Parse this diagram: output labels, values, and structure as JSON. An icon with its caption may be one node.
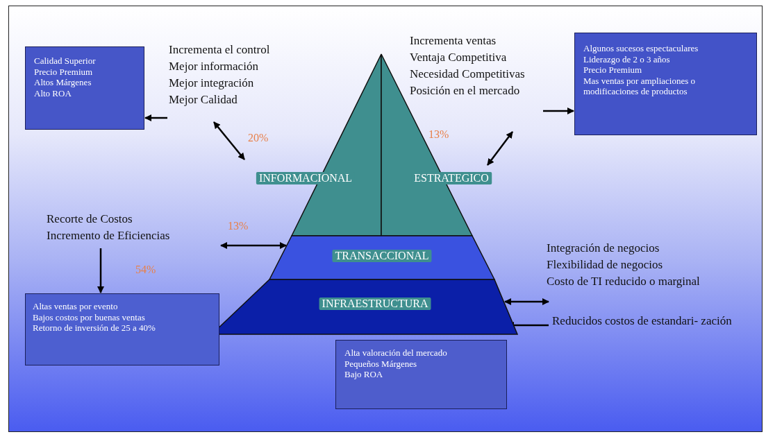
{
  "diagram": {
    "nodes": [
      {
        "text": [
          "INFORMACIONAL"
        ]
      },
      {
        "text": [
          "ESTRATEGICO"
        ]
      },
      {
        "text": [
          "TRANSACCIONAL"
        ]
      },
      {
        "text": [
          "INFRAESTRUCTURA"
        ]
      },
      {
        "text": [
          "Calidad Superior",
          "Precio Premium",
          "Altos Márgenes",
          "Alto ROA"
        ]
      },
      {
        "text": [
          "Incrementa el control",
          "Mejor información",
          "Mejor integración",
          "Mejor Calidad"
        ]
      },
      {
        "text": [
          "Incrementa ventas",
          "Ventaja Competitiva",
          "Necesidad Competitivas",
          "Posición en el mercado"
        ]
      },
      {
        "text": [
          "Algunos sucesos espectaculares",
          "Liderazgo de 2 o 3 años",
          "Precio Premium",
          "Mas ventas por ampliaciones o modificaciones de productos"
        ]
      },
      {
        "text": [
          "Recorte de Costos",
          "Incremento de Eficiencias"
        ]
      },
      {
        "text": [
          "Altas ventas por evento",
          "Bajos costos por buenas ventas",
          "Retorno de inversión de 25 a 40%"
        ]
      },
      {
        "text": [
          "Integración de negocios",
          "Flexibilidad de negocios",
          "Costo de TI reducido o marginal"
        ]
      },
      {
        "text": [
          "Reducidos costos de estandari- zación"
        ]
      },
      {
        "text": [
          "Alta valoración del mercado",
          "Pequeños Márgenes",
          "Bajo ROA"
        ]
      }
    ],
    "edges": [
      {
        "from": 5,
        "to": 4,
        "arrow": "to"
      },
      {
        "from": 5,
        "to": 0,
        "arrow": "both"
      },
      {
        "from": 6,
        "to": 7,
        "arrow": "to"
      },
      {
        "from": 6,
        "to": 1,
        "arrow": "both"
      },
      {
        "from": 8,
        "to": 2,
        "arrow": "both"
      },
      {
        "from": 8,
        "to": 9,
        "arrow": "to"
      },
      {
        "from": 3,
        "to": 10,
        "arrow": "both"
      },
      {
        "from": 11,
        "to": 12,
        "arrow": "to"
      }
    ],
    "labels": [
      "20%",
      "13%",
      "13%",
      "54%"
    ]
  }
}
